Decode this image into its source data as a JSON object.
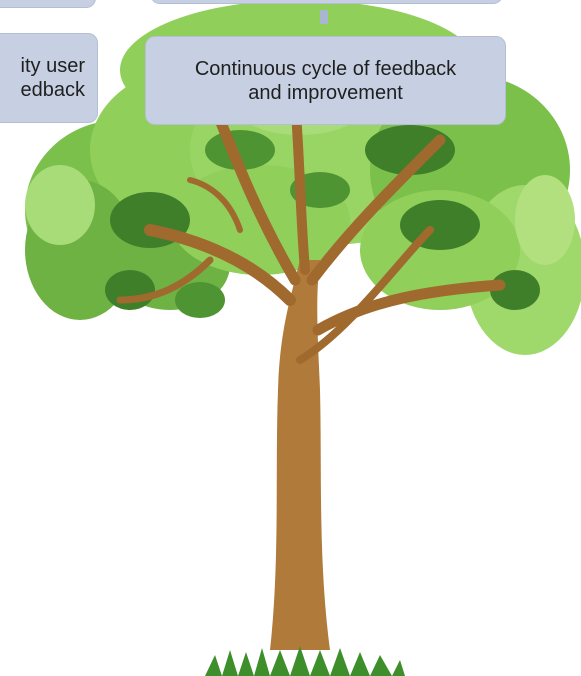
{
  "boxes": {
    "left": {
      "line1": "ity user",
      "line2": "edback"
    },
    "right": {
      "line1": "Continuous cycle of feedback",
      "line2": "and improvement"
    }
  },
  "colors": {
    "box_fill": "#c7d0e3",
    "leaf_light": "#8fcf5a",
    "leaf_mid": "#6fb244",
    "leaf_dark": "#3f7f2a",
    "trunk": "#b07a3a",
    "grass": "#3e8f2c"
  },
  "icons": [
    "tree-illustration",
    "grass-tuft"
  ]
}
